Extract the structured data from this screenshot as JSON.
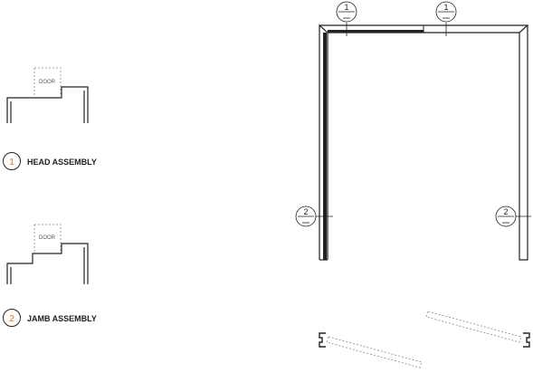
{
  "details": {
    "head": {
      "number": "1",
      "title": "HEAD ASSEMBLY",
      "door_label": "DOOR"
    },
    "jamb": {
      "number": "2",
      "title": "JAMB ASSEMBLY",
      "door_label": "DOOR"
    }
  },
  "section_markers": {
    "head_left": "1",
    "head_right": "1",
    "jamb_left": "2",
    "jamb_right": "2"
  },
  "colors": {
    "line": "#222222",
    "accent": "#e07020",
    "dashed": "#888888"
  }
}
